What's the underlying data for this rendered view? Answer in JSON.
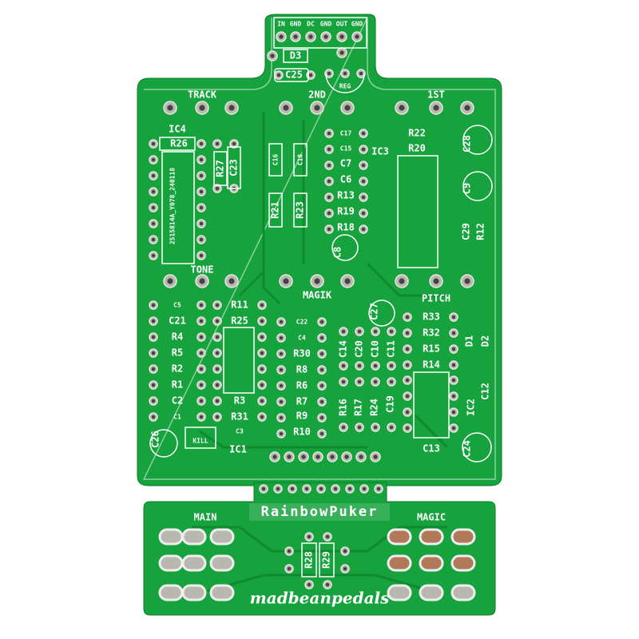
{
  "colors": {
    "board": "#16a23c",
    "silkscreen": "#ffffff",
    "pad": "#b8b8b0",
    "copper": "#b07a5a"
  },
  "board": {
    "connector_labels": [
      "IN",
      "GND",
      "DC",
      "GND",
      "OUT",
      "GND"
    ],
    "pots": {
      "track": "TRACK",
      "second": "2ND",
      "first": "1ST",
      "tone": "TONE",
      "magik": "MAGIK",
      "pitch": "PITCH"
    },
    "chip_marking": "2515814A_Y078_240118",
    "ics": {
      "ic1": "IC1",
      "ic2": "IC2",
      "ic3": "IC3",
      "ic4": "IC4",
      "reg": "REG"
    },
    "switch": "KILL",
    "components": {
      "D3": "D3",
      "C25": "C25",
      "R26": "R26",
      "R27": "R27",
      "C23": "C23",
      "C16": "C16",
      "C18": "C18",
      "R21": "R21",
      "R23": "R23",
      "C17": "C17",
      "C15": "C15",
      "C7": "C7",
      "C6": "C6",
      "R13": "R13",
      "R19": "R19",
      "R18": "R18",
      "C8": "C8",
      "R22": "R22",
      "R20": "R20",
      "C28": "C28",
      "C9": "C9",
      "C29": "C29",
      "R12": "R12",
      "C5": "C5",
      "C21": "C21",
      "R4": "R4",
      "R5": "R5",
      "R2": "R2",
      "R1": "R1",
      "C2": "C2",
      "C1": "C1",
      "R11": "R11",
      "R25": "R25",
      "R3": "R3",
      "R31": "R31",
      "C3": "C3",
      "C26": "C26",
      "C22": "C22",
      "C4": "C4",
      "R30": "R30",
      "R8": "R8",
      "R6": "R6",
      "R7": "R7",
      "R9": "R9",
      "R10": "R10",
      "C14": "C14",
      "C20": "C20",
      "C10": "C10",
      "C11": "C11",
      "C27": "C27",
      "R16": "R16",
      "R17": "R17",
      "R24": "R24",
      "C19": "C19",
      "R33": "R33",
      "R32": "R32",
      "R15": "R15",
      "R14": "R14",
      "D1": "D1",
      "D2": "D2",
      "C12": "C12",
      "C13": "C13",
      "C24": "C24"
    }
  },
  "switch_board": {
    "title": "RainbowPuker",
    "main": "MAIN",
    "magic": "MAGIC",
    "R28": "R28",
    "R29": "R29",
    "brand": "madbeanpedals"
  }
}
